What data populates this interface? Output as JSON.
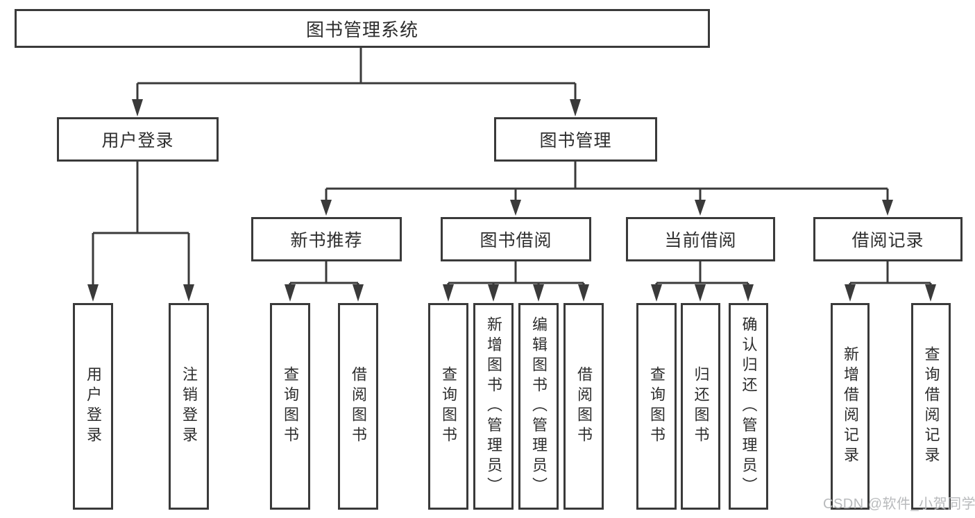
{
  "nodes": {
    "root": {
      "label": "图书管理系统"
    },
    "level2": [
      {
        "label": "用户登录"
      },
      {
        "label": "图书管理"
      }
    ],
    "modules": [
      {
        "label": "新书推荐"
      },
      {
        "label": "图书借阅"
      },
      {
        "label": "当前借阅"
      },
      {
        "label": "借阅记录"
      }
    ],
    "leaves": [
      {
        "label": "用户登录"
      },
      {
        "label": "注销登录"
      },
      {
        "label": "查询图书"
      },
      {
        "label": "借阅图书"
      },
      {
        "label": "查询图书"
      },
      {
        "label": "新增图书（管理员）"
      },
      {
        "label": "编辑图书（管理员）"
      },
      {
        "label": "借阅图书"
      },
      {
        "label": "查询图书"
      },
      {
        "label": "归还图书"
      },
      {
        "label": "确认归还（管理员）"
      },
      {
        "label": "新增借阅记录"
      },
      {
        "label": "查询借阅记录"
      }
    ]
  },
  "watermark": "CSDN @软件_小贺同学",
  "colors": {
    "line": "#3a3a3a",
    "text": "#2d2d2d",
    "watermark": "#b8babc",
    "background": "#ffffff"
  }
}
